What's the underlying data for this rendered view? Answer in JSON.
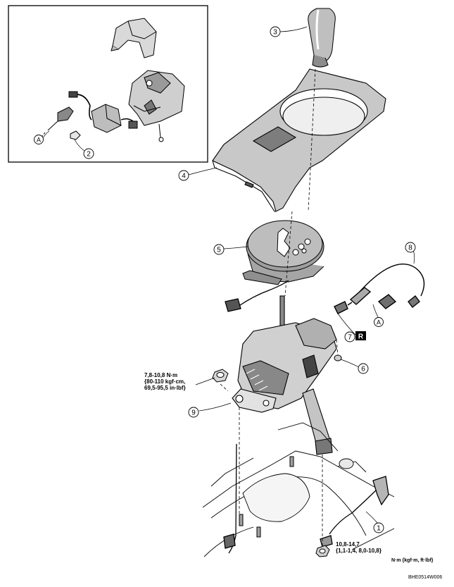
{
  "callouts": {
    "c1": "1",
    "c2": "2",
    "c3": "3",
    "c4": "4",
    "c5": "5",
    "c6": "6",
    "c7": "7",
    "c8": "8",
    "c9": "9"
  },
  "letters": {
    "a_inset": "A",
    "a_main": "A",
    "r_badge": "R"
  },
  "torque": {
    "upper": {
      "line1": "7,8-10,8 N·m",
      "line2": "{80-110 kgf·cm,",
      "line3": "69,5-95,5 in·lbf}"
    },
    "lower": {
      "line1": "10,8-14,7",
      "line2": "{1,1-1,4, 8,0-10,8}"
    },
    "units": "N·m {kgf·m, ft·lbf}"
  },
  "figure_code": "BHE0514W006"
}
